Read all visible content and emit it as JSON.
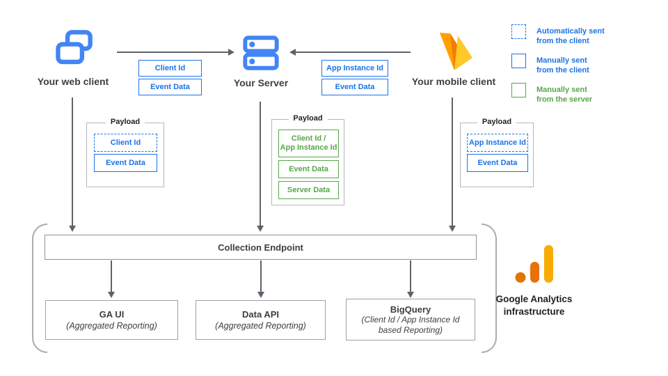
{
  "nodes": {
    "web": {
      "label": "Your web client"
    },
    "server": {
      "label": "Your Server"
    },
    "mobile": {
      "label": "Your mobile client"
    }
  },
  "flows": {
    "web_to_server": {
      "params": [
        "Client Id",
        "Event Data"
      ]
    },
    "mobile_to_server": {
      "params": [
        "App Instance Id",
        "Event Data"
      ]
    }
  },
  "legend": {
    "items": [
      {
        "swatch": "dashed-blue-box",
        "label": "Automatically sent\nfrom the client"
      },
      {
        "swatch": "solid-blue-box",
        "label": "Manually sent\nfrom the client"
      },
      {
        "swatch": "solid-green-box",
        "label": "Manually sent\nfrom the server"
      }
    ]
  },
  "payloads": {
    "title": "Payload",
    "web": {
      "items": [
        "Client Id",
        "Event Data"
      ]
    },
    "server": {
      "items": [
        "Client Id /\nApp Instance Id",
        "Event Data",
        "Server Data"
      ]
    },
    "mobile": {
      "items": [
        "App Instance Id",
        "Event Data"
      ]
    }
  },
  "infrastructure": {
    "endpoint": "Collection Endpoint",
    "outputs": [
      {
        "title": "GA UI",
        "subtitle": "(Aggregated Reporting)"
      },
      {
        "title": "Data API",
        "subtitle": "(Aggregated Reporting)"
      },
      {
        "title": "BigQuery",
        "subtitle": "(Client Id / App Instance Id\nbased Reporting)"
      }
    ],
    "caption": "Google Analytics\ninfrastructure"
  },
  "colors": {
    "blue": "#1a73e8",
    "icon_blue": "#4285f4",
    "green": "#57a64a",
    "arrow_gray": "#5f6368",
    "ga_orange": "#e37400",
    "ga_amber": "#f9ab00",
    "firebase_yellow": "#ffca28",
    "firebase_orange": "#ffa000",
    "firebase_deep_orange": "#f57c00"
  }
}
